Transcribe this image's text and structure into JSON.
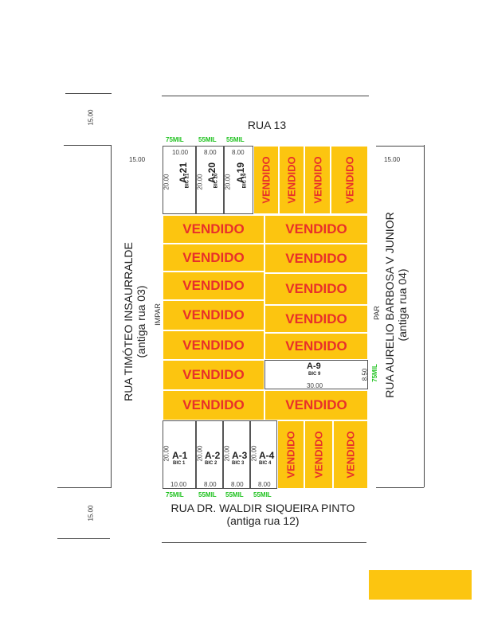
{
  "streets": {
    "top": "RUA 13",
    "left_line1": "RUA TIMÓTEO INSAURRALDE",
    "left_line2": "(antiga rua 03)",
    "right_line1": "RUA AURELIO BARBOSA V JUNIOR",
    "right_line2": "(antiga rua 04)",
    "bottom_line1": "RUA DR. WALDIR SIQUEIRA PINTO",
    "bottom_line2": "(antiga rua 12)"
  },
  "side_labels": {
    "left": "IMPAR",
    "right": "PAR"
  },
  "dimensions": {
    "street_width": "15.00",
    "top_widths": [
      "10.00",
      "8.00",
      "8.00"
    ],
    "top_depth": "20.00",
    "bottom_widths": [
      "10.00",
      "8.00",
      "8.00",
      "8.00"
    ],
    "bottom_depth": "20.00",
    "a9_width": "30.00",
    "a9_depth": "8.50"
  },
  "prices": {
    "a21": "75MIL",
    "a20": "55MIL",
    "a19": "55MIL",
    "a1": "75MIL",
    "a2": "55MIL",
    "a3": "55MIL",
    "a4": "55MIL",
    "a9": "75MIL"
  },
  "available_lots": {
    "a21": {
      "code": "A-21",
      "bic": "BIC 21"
    },
    "a20": {
      "code": "A-20",
      "bic": "BIC 20"
    },
    "a19": {
      "code": "A-19",
      "bic": "BIC 19"
    },
    "a1": {
      "code": "A-1",
      "bic": "BIC 1"
    },
    "a2": {
      "code": "A-2",
      "bic": "BIC 2"
    },
    "a3": {
      "code": "A-3",
      "bic": "BIC 3"
    },
    "a4": {
      "code": "A-4",
      "bic": "BIC 4"
    },
    "a9": {
      "code": "A-9",
      "bic": "BIC 9"
    }
  },
  "sold_label": "VENDIDO",
  "colors": {
    "sold_fill": "#fcc510",
    "sold_text": "#e8302a",
    "price_text": "#1fc21f"
  }
}
